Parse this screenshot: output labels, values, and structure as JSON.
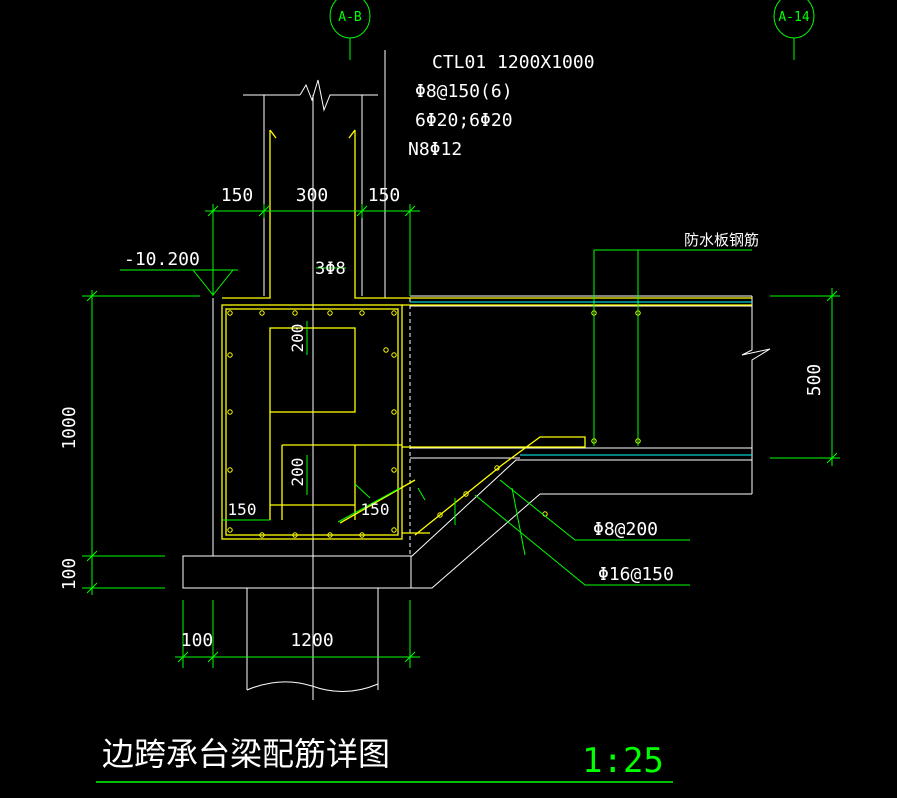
{
  "axes": {
    "left": "A-B",
    "right": "A-14"
  },
  "spec": {
    "line1": "CTL01 1200X1000",
    "line2": "Φ8@150(6)",
    "line3": "6Φ20;6Φ20",
    "line4": "N8Φ12"
  },
  "dims": {
    "top_left": "150",
    "top_mid": "300",
    "top_right": "150",
    "height": "1000",
    "bottom_pad": "100",
    "base_left": "100",
    "base_width": "1200",
    "slab": "500",
    "inner_upper": "200",
    "inner_lower": "200",
    "inner_left": "150",
    "inner_right": "150"
  },
  "labels": {
    "elevation": "-10.200",
    "stirrup_top": "3Φ8",
    "waterproof": "防水板钢筋",
    "rebar1": "Φ8@200",
    "rebar2": "Φ16@150"
  },
  "title": {
    "text": "边跨承台梁配筋详图",
    "scale": "1:25"
  },
  "colors": {
    "background": "#000000",
    "white": "#ffffff",
    "green": "#00ff00",
    "yellow": "#ffff00",
    "cyan": "#00ffff"
  }
}
